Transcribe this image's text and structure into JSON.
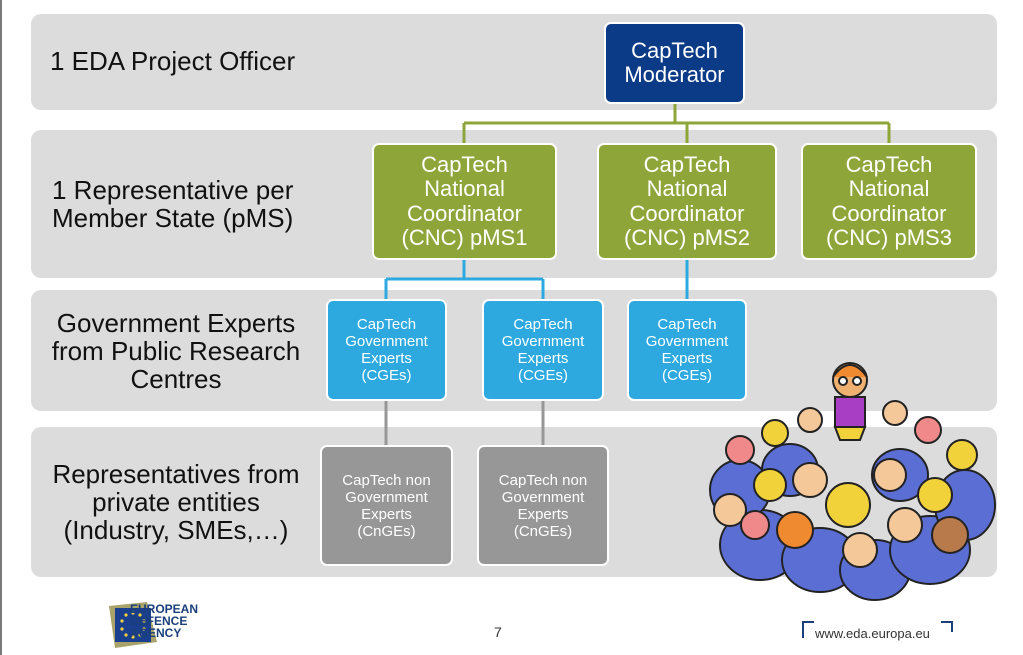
{
  "rows": {
    "officer": "1 EDA Project Officer",
    "representative": "1 Representative per\nMember State (pMS)",
    "government": "Government Experts\nfrom Public Research\nCentres",
    "private": "Representatives from\nprivate entities\n(Industry, SMEs,…)"
  },
  "moderator": "CapTech\nModerator",
  "cnc": [
    "CapTech\nNational\nCoordinator\n(CNC) pMS1",
    "CapTech\nNational\nCoordinator\n(CNC) pMS2",
    "CapTech\nNational\nCoordinator\n(CNC) pMS3"
  ],
  "cge": [
    "CapTech\nGovernment\nExperts\n(CGEs)",
    "CapTech\nGovernment\nExperts\n(CGEs)",
    "CapTech\nGovernment\nExperts\n(CGEs)"
  ],
  "cnge": [
    "CapTech non\nGovernment\nExperts\n(CnGEs)",
    "CapTech non\nGovernment\nExperts\n(CnGEs)"
  ],
  "footer": {
    "logo_text": "EUROPEAN\nDEFENCE\nAGENCY",
    "page_number": "7",
    "url": "www.eda.europa.eu"
  },
  "colors": {
    "band": "#dcdcdc",
    "moderator": "#0b3a87",
    "coordinator": "#8ea53a",
    "government": "#2ea9e0",
    "non_government": "#979797"
  }
}
